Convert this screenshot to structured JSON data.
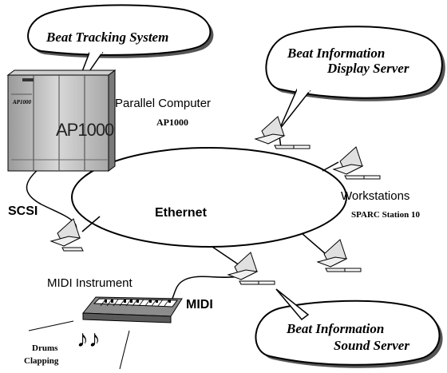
{
  "clouds": {
    "beat_tracking": "Beat Tracking System",
    "display_server_line1": "Beat Information",
    "display_server_line2": "Display Server",
    "sound_server_line1": "Beat Information",
    "sound_server_line2": "Sound Server"
  },
  "computer": {
    "title": "Parallel Computer",
    "model": "AP1000",
    "panel_small_label": "AP1000",
    "panel_big_label": "AP1000"
  },
  "network": {
    "ethernet_label": "Ethernet",
    "scsi_label": "SCSI",
    "workstations_label": "Workstations",
    "workstation_model": "SPARC Station 10"
  },
  "midi": {
    "instrument_label": "MIDI Instrument",
    "midi_label": "MIDI",
    "drums_label": "Drums",
    "clapping_label": "Clapping"
  },
  "icons": {
    "music_notes": "♪♪"
  }
}
